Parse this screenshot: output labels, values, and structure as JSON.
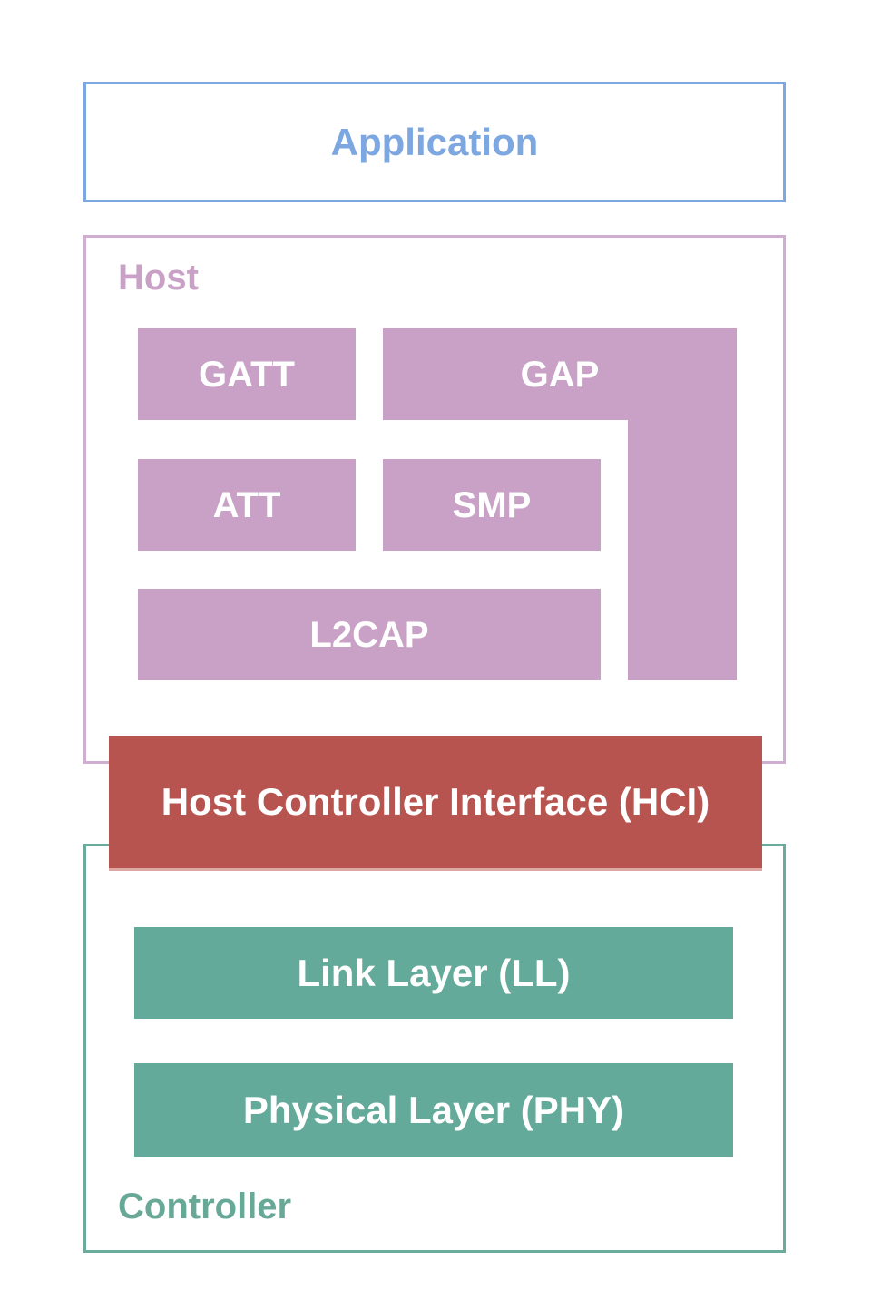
{
  "application": {
    "label": "Application"
  },
  "host": {
    "label": "Host",
    "blocks": [
      {
        "id": "gatt",
        "label": "GATT"
      },
      {
        "id": "gap",
        "label": "GAP"
      },
      {
        "id": "att",
        "label": "ATT"
      },
      {
        "id": "smp",
        "label": "SMP"
      },
      {
        "id": "l2cap",
        "label": "L2CAP"
      }
    ]
  },
  "hci": {
    "label": "Host Controller Interface (HCI)"
  },
  "controller": {
    "label": "Controller",
    "blocks": [
      {
        "id": "link-layer",
        "label": "Link Layer (LL)"
      },
      {
        "id": "physical-layer",
        "label": "Physical Layer (PHY)"
      }
    ]
  },
  "colors": {
    "background": "#ffffff",
    "application_border": "#7da7e0",
    "application_text": "#7da7e0",
    "host_border": "#d0aed0",
    "host_fill": "#c9a1c6",
    "host_label_text": "#c9a1c6",
    "hci_fill": "#b85450",
    "hci_bottom_edge": "#dda7a4",
    "controller_border": "#6aab9b",
    "controller_fill": "#64aa9a",
    "controller_label_text": "#68a897",
    "block_label_text": "#ffffff"
  }
}
